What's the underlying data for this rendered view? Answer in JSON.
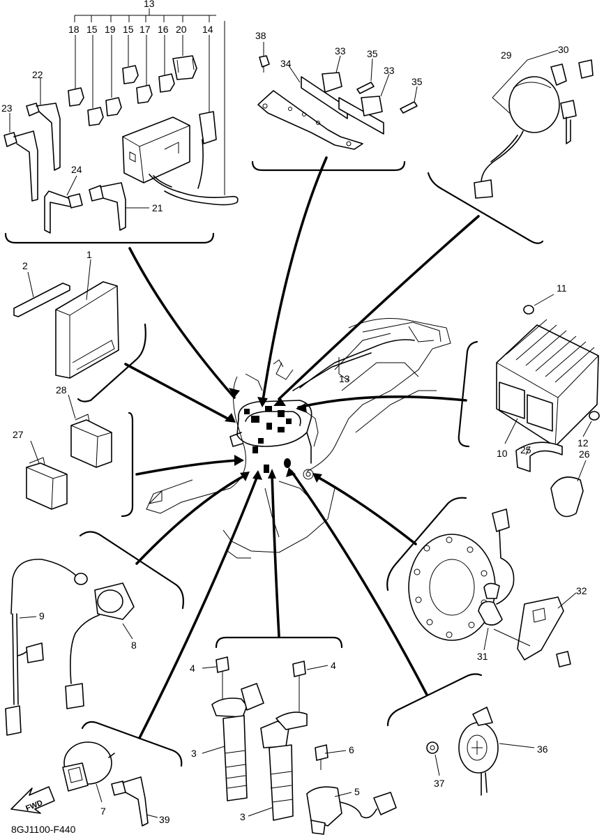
{
  "diagram": {
    "code": "8GJ1100-F440",
    "fwd_label": "FWD",
    "callouts": {
      "c13_top": "13",
      "c18": "18",
      "c15a": "15",
      "c19": "19",
      "c15b": "15",
      "c17": "17",
      "c16": "16",
      "c20": "20",
      "c14": "14",
      "c22": "22",
      "c23": "23",
      "c24": "24",
      "c21": "21",
      "c38": "38",
      "c34": "34",
      "c33a": "33",
      "c35a": "35",
      "c33b": "33",
      "c35b": "35",
      "c29": "29",
      "c30": "30",
      "c1": "1",
      "c2": "2",
      "c11": "11",
      "c10": "10",
      "c12": "12",
      "c25": "25",
      "c26": "26",
      "c13_mid": "13",
      "c27": "27",
      "c28": "28",
      "c9": "9",
      "c8": "8",
      "c32": "32",
      "c31": "31",
      "c4a": "4",
      "c4b": "4",
      "c3a": "3",
      "c3b": "3",
      "c6": "6",
      "c5": "5",
      "c36": "36",
      "c37": "37",
      "c7": "7",
      "c39": "39"
    }
  }
}
